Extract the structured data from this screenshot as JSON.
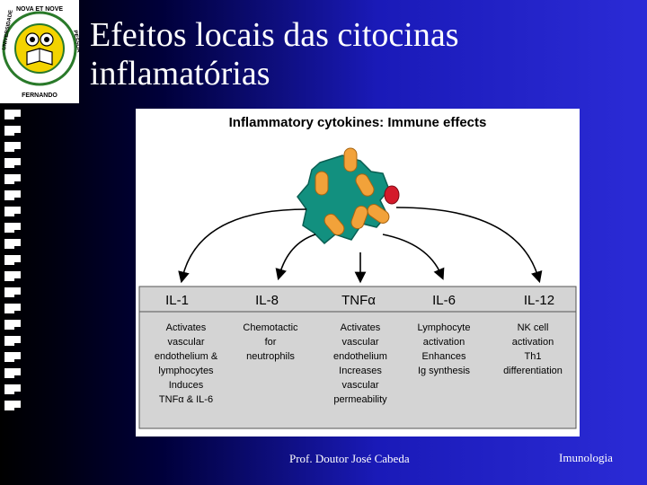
{
  "slide": {
    "title_line1": "Efeitos locais das citocinas",
    "title_line2": "inflamatórias",
    "footer_left": "Prof. Doutor José Cabeda",
    "footer_right": "Imunologia"
  },
  "logo": {
    "text_top": "NOVA ET NOVE",
    "text_left": "UNIVERSIDADE",
    "text_right": "PESSOA",
    "text_bottom": "FERNANDO"
  },
  "diagram": {
    "heading": "Inflammatory cytokines: Immune effects",
    "cytokines": [
      {
        "name": "IL-1",
        "effect": [
          "Activates",
          "vascular",
          "endothelium &",
          "lymphocytes",
          "Induces",
          "TNFα & IL-6"
        ]
      },
      {
        "name": "IL-8",
        "effect": [
          "Chemotactic",
          "for",
          "neutrophils"
        ]
      },
      {
        "name": "TNFα",
        "effect": [
          "Activates",
          "vascular",
          "endothelium",
          "Increases",
          "vascular",
          "permeability"
        ]
      },
      {
        "name": "IL-6",
        "effect": [
          "Lymphocyte",
          "activation",
          "Enhances",
          "Ig synthesis"
        ]
      },
      {
        "name": "IL-12",
        "effect": [
          "NK cell",
          "activation",
          "Th1",
          "differentiation"
        ]
      }
    ],
    "colors": {
      "cell_body": "#12907f",
      "granule": "#f2a23a",
      "nucleus": "#d41a2b",
      "table_bg": "#d4d4d4"
    }
  }
}
